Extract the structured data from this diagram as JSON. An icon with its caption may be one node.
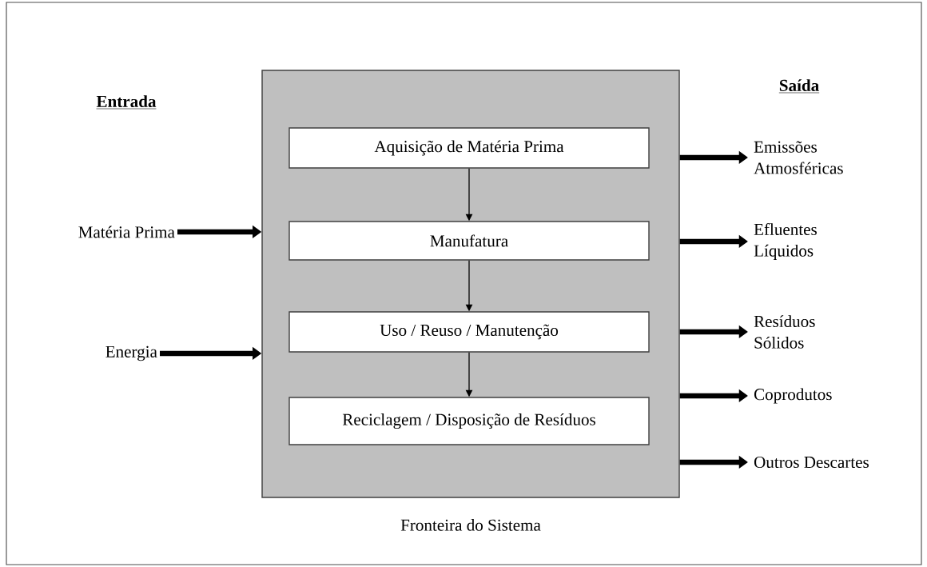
{
  "diagram": {
    "nodes": [
      {
        "text": [
          "Fronteira do Sistema"
        ]
      },
      {
        "text": [
          "Aquisição de Matéria Prima"
        ],
        "in": 0
      },
      {
        "text": [
          "Manufatura"
        ],
        "in": 0
      },
      {
        "text": [
          "Uso / Reuso / Manutenção"
        ],
        "in": 0
      },
      {
        "text": [
          "Reciclagem / Disposição de Resíduos"
        ],
        "in": 0
      },
      {
        "text": [
          "Matéria Prima"
        ]
      },
      {
        "text": [
          "Energia"
        ]
      },
      {
        "text": [
          "Emissões Atmosféricas"
        ]
      },
      {
        "text": [
          "Efluentes Líquidos"
        ]
      },
      {
        "text": [
          "Resíduos Sólidos"
        ]
      },
      {
        "text": [
          "Coprodutos"
        ]
      },
      {
        "text": [
          "Outros Descartes"
        ]
      }
    ],
    "edges": [
      {
        "from": 1,
        "to": 2,
        "arrow": "to"
      },
      {
        "from": 2,
        "to": 3,
        "arrow": "to"
      },
      {
        "from": 3,
        "to": 4,
        "arrow": "to"
      },
      {
        "from": 5,
        "to": 0,
        "arrow": "to"
      },
      {
        "from": 6,
        "to": 0,
        "arrow": "to"
      },
      {
        "from": 0,
        "to": 7,
        "arrow": "to"
      },
      {
        "from": 0,
        "to": 8,
        "arrow": "to"
      },
      {
        "from": 0,
        "to": 9,
        "arrow": "to"
      },
      {
        "from": 0,
        "to": 10,
        "arrow": "to"
      },
      {
        "from": 0,
        "to": 11,
        "arrow": "to"
      }
    ],
    "labels": [
      "Entrada",
      "Saída"
    ]
  }
}
